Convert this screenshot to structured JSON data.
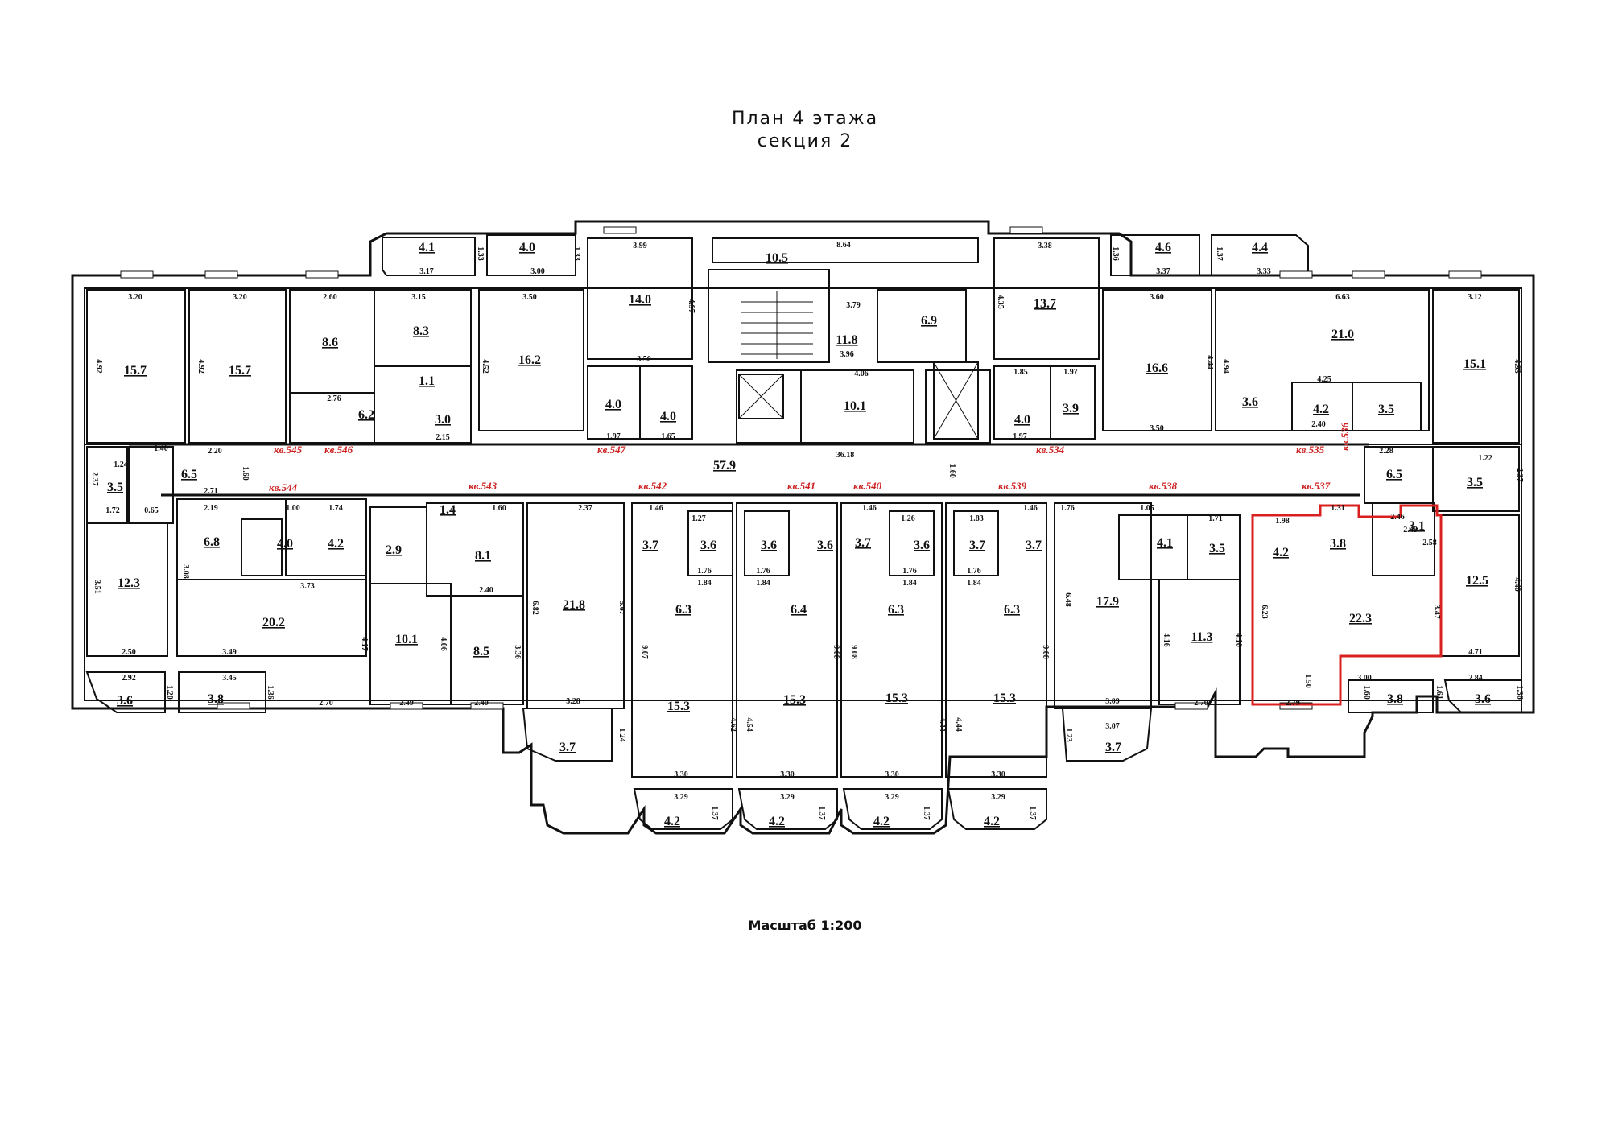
{
  "header": {
    "title_line1": "План 4 этажа",
    "title_line2": "секция 2"
  },
  "footer": {
    "scale": "Масштаб 1:200"
  },
  "colors": {
    "walls": "#111111",
    "apartment_labels": "#cc2222",
    "highlight": "#d92020"
  },
  "highlighted_apartment": "кв.537",
  "rooms": [
    {
      "area": "4.1"
    },
    {
      "area": "4.0"
    },
    {
      "area": "10.5"
    },
    {
      "area": "4.6"
    },
    {
      "area": "4.4"
    },
    {
      "area": "14.0"
    },
    {
      "area": "13.7"
    },
    {
      "area": "15.7"
    },
    {
      "area": "15.7"
    },
    {
      "area": "8.6"
    },
    {
      "area": "8.3"
    },
    {
      "area": "16.2"
    },
    {
      "area": "11.8"
    },
    {
      "area": "6.9"
    },
    {
      "area": "16.6"
    },
    {
      "area": "21.0"
    },
    {
      "area": "15.1"
    },
    {
      "area": "6.2"
    },
    {
      "area": "1.1"
    },
    {
      "area": "3.0"
    },
    {
      "area": "4.0"
    },
    {
      "area": "4.0"
    },
    {
      "area": "10.1"
    },
    {
      "area": "4.0"
    },
    {
      "area": "3.9"
    },
    {
      "area": "3.6"
    },
    {
      "area": "4.2"
    },
    {
      "area": "3.5"
    },
    {
      "area": "57.9"
    },
    {
      "area": "3.5"
    },
    {
      "area": "6.5"
    },
    {
      "area": "6.5"
    },
    {
      "area": "3.5"
    },
    {
      "area": "12.3"
    },
    {
      "area": "6.8"
    },
    {
      "area": "4.0"
    },
    {
      "area": "4.2"
    },
    {
      "area": "2.9"
    },
    {
      "area": "1.4"
    },
    {
      "area": "8.1"
    },
    {
      "area": "20.2"
    },
    {
      "area": "10.1"
    },
    {
      "area": "8.5"
    },
    {
      "area": "21.8"
    },
    {
      "area": "3.7"
    },
    {
      "area": "3.6"
    },
    {
      "area": "3.6"
    },
    {
      "area": "3.6"
    },
    {
      "area": "3.7"
    },
    {
      "area": "3.6"
    },
    {
      "area": "3.7"
    },
    {
      "area": "3.7"
    },
    {
      "area": "6.3"
    },
    {
      "area": "6.4"
    },
    {
      "area": "6.3"
    },
    {
      "area": "6.3"
    },
    {
      "area": "15.3"
    },
    {
      "area": "15.3"
    },
    {
      "area": "15.3"
    },
    {
      "area": "15.3"
    },
    {
      "area": "17.9"
    },
    {
      "area": "4.1"
    },
    {
      "area": "3.5"
    },
    {
      "area": "11.3"
    },
    {
      "area": "4.2"
    },
    {
      "area": "3.8"
    },
    {
      "area": "3.1"
    },
    {
      "area": "22.3"
    },
    {
      "area": "12.5"
    },
    {
      "area": "3.6"
    },
    {
      "area": "3.8"
    },
    {
      "area": "3.7"
    },
    {
      "area": "3.7"
    },
    {
      "area": "3.8"
    },
    {
      "area": "3.6"
    },
    {
      "area": "4.2"
    },
    {
      "area": "4.2"
    },
    {
      "area": "4.2"
    },
    {
      "area": "4.2"
    }
  ],
  "apartments": [
    {
      "label": "кв.545"
    },
    {
      "label": "кв.546"
    },
    {
      "label": "кв.547"
    },
    {
      "label": "кв.534"
    },
    {
      "label": "кв.535"
    },
    {
      "label": "кв.536"
    },
    {
      "label": "кв.544"
    },
    {
      "label": "кв.543"
    },
    {
      "label": "кв.542"
    },
    {
      "label": "кв.541"
    },
    {
      "label": "кв.540"
    },
    {
      "label": "кв.539"
    },
    {
      "label": "кв.538"
    },
    {
      "label": "кв.537"
    }
  ],
  "dimensions": [
    {
      "v": "3.20"
    },
    {
      "v": "3.20"
    },
    {
      "v": "2.60"
    },
    {
      "v": "3.15"
    },
    {
      "v": "3.50"
    },
    {
      "v": "3.99"
    },
    {
      "v": "8.64"
    },
    {
      "v": "3.38"
    },
    {
      "v": "3.60"
    },
    {
      "v": "6.63"
    },
    {
      "v": "3.12"
    },
    {
      "v": "4.92"
    },
    {
      "v": "4.92"
    },
    {
      "v": "4.52"
    },
    {
      "v": "4.97"
    },
    {
      "v": "4.35"
    },
    {
      "v": "4.44"
    },
    {
      "v": "4.94"
    },
    {
      "v": "4.93"
    },
    {
      "v": "1.33"
    },
    {
      "v": "1.33"
    },
    {
      "v": "1.36"
    },
    {
      "v": "1.37"
    },
    {
      "v": "3.17"
    },
    {
      "v": "3.00"
    },
    {
      "v": "3.37"
    },
    {
      "v": "3.33"
    },
    {
      "v": "2.76"
    },
    {
      "v": "2.15"
    },
    {
      "v": "3.50"
    },
    {
      "v": "4.06"
    },
    {
      "v": "3.50"
    },
    {
      "v": "4.25"
    },
    {
      "v": "1.97"
    },
    {
      "v": "1.65"
    },
    {
      "v": "2.40"
    },
    {
      "v": "1.97"
    },
    {
      "v": "1.85"
    },
    {
      "v": "1.97"
    },
    {
      "v": "36.18"
    },
    {
      "v": "1.60"
    },
    {
      "v": "3.96"
    },
    {
      "v": "3.79"
    },
    {
      "v": "1.24"
    },
    {
      "v": "1.40"
    },
    {
      "v": "2.20"
    },
    {
      "v": "2.71"
    },
    {
      "v": "1.60"
    },
    {
      "v": "1.72"
    },
    {
      "v": "0.65"
    },
    {
      "v": "2.37"
    },
    {
      "v": "2.19"
    },
    {
      "v": "1.00"
    },
    {
      "v": "1.74"
    },
    {
      "v": "1.60"
    },
    {
      "v": "2.37"
    },
    {
      "v": "1.46"
    },
    {
      "v": "1.27"
    },
    {
      "v": "1.46"
    },
    {
      "v": "1.26"
    },
    {
      "v": "1.46"
    },
    {
      "v": "1.83"
    },
    {
      "v": "1.76"
    },
    {
      "v": "1.05"
    },
    {
      "v": "1.71"
    },
    {
      "v": "1.98"
    },
    {
      "v": "1.31"
    },
    {
      "v": "2.28"
    },
    {
      "v": "1.22"
    },
    {
      "v": "2.37"
    },
    {
      "v": "3.73"
    },
    {
      "v": "2.40"
    },
    {
      "v": "1.76"
    },
    {
      "v": "1.76"
    },
    {
      "v": "1.76"
    },
    {
      "v": "1.76"
    },
    {
      "v": "1.84"
    },
    {
      "v": "1.84"
    },
    {
      "v": "1.84"
    },
    {
      "v": "1.84"
    },
    {
      "v": "9.07"
    },
    {
      "v": "9.08"
    },
    {
      "v": "9.08"
    },
    {
      "v": "9.08"
    },
    {
      "v": "4.17"
    },
    {
      "v": "4.06"
    },
    {
      "v": "3.36"
    },
    {
      "v": "6.82"
    },
    {
      "v": "5.67"
    },
    {
      "v": "6.23"
    },
    {
      "v": "4.16"
    },
    {
      "v": "4.16"
    },
    {
      "v": "6.48"
    },
    {
      "v": "3.47"
    },
    {
      "v": "4.40"
    },
    {
      "v": "3.51"
    },
    {
      "v": "3.08"
    },
    {
      "v": "2.58"
    },
    {
      "v": "2.48"
    },
    {
      "v": "2.46"
    },
    {
      "v": "4.62"
    },
    {
      "v": "4.54"
    },
    {
      "v": "4.44"
    },
    {
      "v": "4.44"
    },
    {
      "v": "2.50"
    },
    {
      "v": "3.49"
    },
    {
      "v": "2.70"
    },
    {
      "v": "2.49"
    },
    {
      "v": "2.40"
    },
    {
      "v": "3.28"
    },
    {
      "v": "3.09"
    },
    {
      "v": "2.70"
    },
    {
      "v": "2.79"
    },
    {
      "v": "3.00"
    },
    {
      "v": "4.71"
    },
    {
      "v": "3.45"
    },
    {
      "v": "3.07"
    },
    {
      "v": "2.92"
    },
    {
      "v": "2.84"
    },
    {
      "v": "3.30"
    },
    {
      "v": "3.29"
    },
    {
      "v": "3.30"
    },
    {
      "v": "3.29"
    },
    {
      "v": "3.30"
    },
    {
      "v": "3.29"
    },
    {
      "v": "3.30"
    },
    {
      "v": "3.29"
    },
    {
      "v": "1.37"
    },
    {
      "v": "1.37"
    },
    {
      "v": "1.37"
    },
    {
      "v": "1.37"
    },
    {
      "v": "1.24"
    },
    {
      "v": "1.23"
    },
    {
      "v": "1.20"
    },
    {
      "v": "1.36"
    },
    {
      "v": "1.60"
    },
    {
      "v": "1.61"
    },
    {
      "v": "1.36"
    },
    {
      "v": "1.50"
    }
  ]
}
